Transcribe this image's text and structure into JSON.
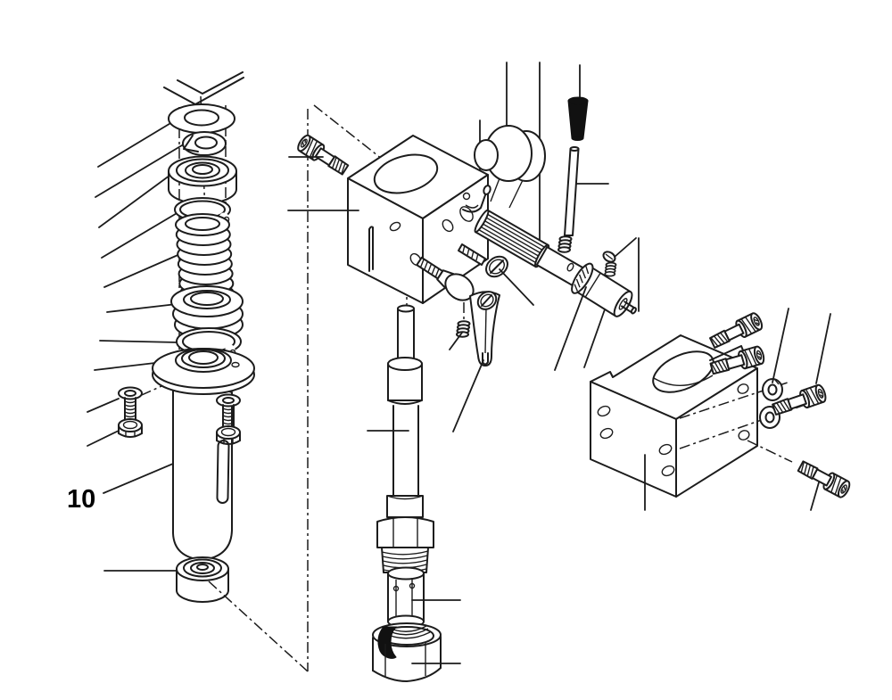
{
  "figure": {
    "type": "exploded-parts-diagram",
    "description": "Exploded view line drawing of a quill / spindle head assembly with fastener hardware",
    "colors": {
      "background": "#ffffff",
      "line": "#1c1c1c",
      "solid_fill": "#111111"
    },
    "callouts": [
      {
        "id": "item-10",
        "text": "10"
      }
    ]
  }
}
